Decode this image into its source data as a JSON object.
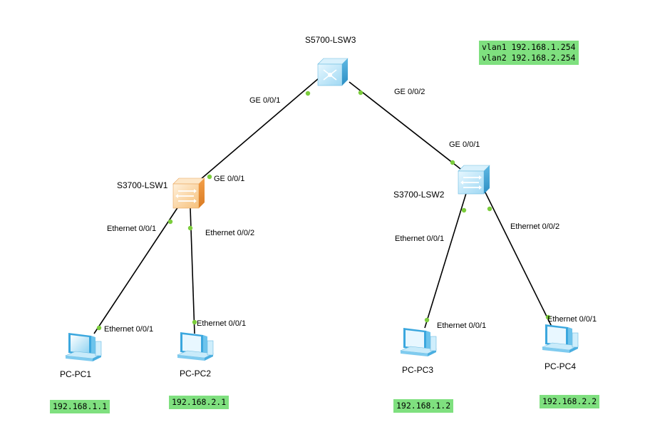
{
  "devices": {
    "lsw3": {
      "name": "S5700-LSW3",
      "icon": "core-switch-icon"
    },
    "lsw1": {
      "name": "S3700-LSW1",
      "icon": "access-switch-icon"
    },
    "lsw2": {
      "name": "S3700-LSW2",
      "icon": "access-switch-icon"
    },
    "pc1": {
      "name": "PC-PC1",
      "icon": "pc-icon"
    },
    "pc2": {
      "name": "PC-PC2",
      "icon": "pc-icon"
    },
    "pc3": {
      "name": "PC-PC3",
      "icon": "pc-icon"
    },
    "pc4": {
      "name": "PC-PC4",
      "icon": "pc-icon"
    }
  },
  "ports": {
    "lsw3_ge001": "GE 0/0/1",
    "lsw3_ge002": "GE 0/0/2",
    "lsw1_ge001": "GE 0/0/1",
    "lsw2_ge001": "GE 0/0/1",
    "lsw1_eth001": "Ethernet 0/0/1",
    "lsw1_eth002": "Ethernet 0/0/2",
    "lsw2_eth001": "Ethernet 0/0/1",
    "lsw2_eth002": "Ethernet 0/0/2",
    "pc1_eth": "Ethernet 0/0/1",
    "pc2_eth": "Ethernet 0/0/1",
    "pc3_eth": "Ethernet 0/0/1",
    "pc4_eth": "Ethernet 0/0/1"
  },
  "notes": {
    "vlan1": "vlan1 192.168.1.254",
    "vlan2": "vlan2 192.168.2.254",
    "pc1_ip": "192.168.1.1",
    "pc2_ip": "192.168.2.1",
    "pc3_ip": "192.168.1.2",
    "pc4_ip": "192.168.2.2"
  },
  "colors": {
    "link": "#000000",
    "port_dot": "#7ccd3c",
    "note_bg": "#7fe07f",
    "core_switch": "#a9dcf5",
    "access_switch_1": "#f7c07a",
    "access_switch_2": "#a9dcf5",
    "pc": "#9fd8f3"
  }
}
